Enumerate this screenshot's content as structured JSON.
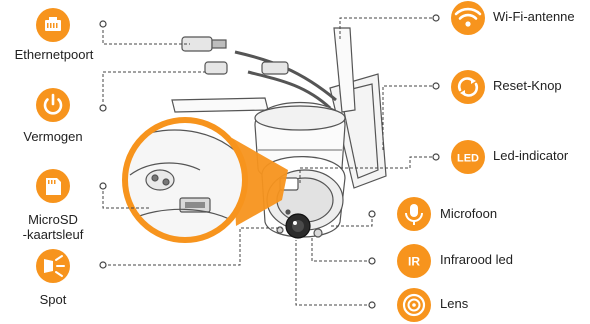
{
  "accent_color": "#F7941D",
  "labels": {
    "ethernet": "Ethernetpoort",
    "power": "Vermogen",
    "microsd_line1": "MicroSD",
    "microsd_line2": "-kaartsleuf",
    "spot": "Spot",
    "wifi": "Wi-Fi-antenne",
    "reset": "Reset-Knop",
    "led": "Led-indicator",
    "mic": "Microfoon",
    "ir": "Infrarood led",
    "lens": "Lens"
  },
  "icons": {
    "ethernet": "ethernet-port-icon",
    "power": "power-icon",
    "microsd": "sd-card-icon",
    "spot": "spotlight-icon",
    "wifi": "wifi-icon",
    "reset": "reset-icon",
    "led": "led-icon",
    "mic": "microphone-icon",
    "ir": "infrared-icon",
    "lens": "lens-icon"
  },
  "badges": {
    "led": "LED",
    "ir": "IR"
  }
}
